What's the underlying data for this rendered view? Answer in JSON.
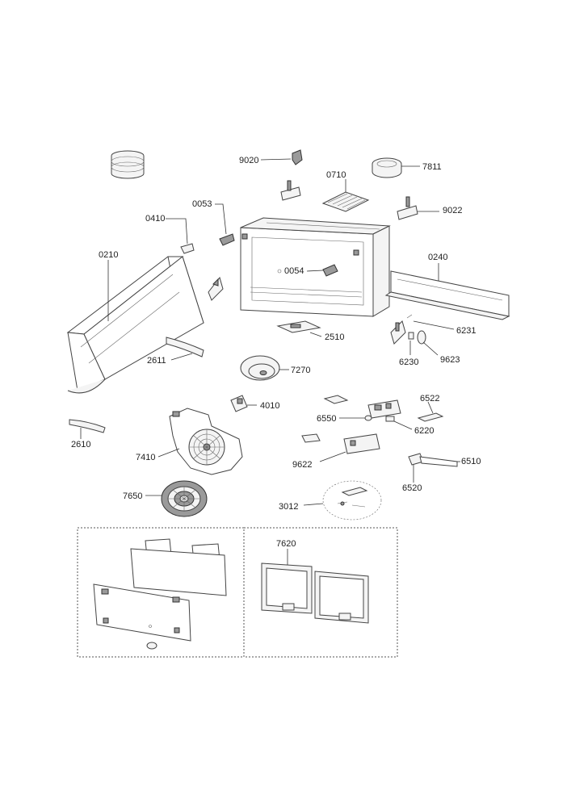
{
  "labels": {
    "p9020": "9020",
    "p7811": "7811",
    "p0710": "0710",
    "p0053": "0053",
    "p9022": "9022",
    "p0410": "0410",
    "p0210": "0210",
    "p0240": "0240",
    "p0054": "0054",
    "p2510": "2510",
    "p6231": "6231",
    "p2611": "2611",
    "p6230": "6230",
    "p9623": "9623",
    "p7270": "7270",
    "p4010": "4010",
    "p6522": "6522",
    "p6550": "6550",
    "p6220": "6220",
    "p2610": "2610",
    "p7410": "7410",
    "p9622": "9622",
    "p6510": "6510",
    "p6520": "6520",
    "p7650": "7650",
    "p3012": "3012",
    "p7620": "7620"
  }
}
